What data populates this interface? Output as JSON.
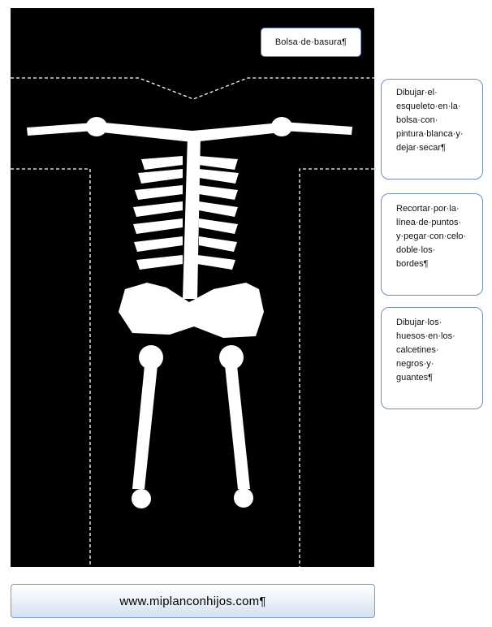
{
  "label": {
    "text": "Bolsa·de·basura¶"
  },
  "notes": [
    {
      "lines": [
        "Dibujar·el·",
        "esqueleto·en·la·",
        "bolsa·con·",
        "pintura·blanca·y·",
        "dejar·secar¶"
      ]
    },
    {
      "lines": [
        "Recortar·por·la·",
        "línea·de·puntos·",
        "y·pegar·con·celo·",
        "doble·los·",
        "bordes¶"
      ]
    },
    {
      "lines": [
        "Dibujar·los·",
        "huesos·en·los·",
        "calcetines·",
        "negros·y·",
        "guantes¶"
      ]
    }
  ],
  "footer": {
    "url": "www.miplanconhijos.com¶"
  },
  "colors": {
    "bag": "#000000",
    "bone": "#ffffff",
    "box_border": "#6b8fc3"
  },
  "icons": {
    "skeleton": "skeleton-drawing"
  }
}
